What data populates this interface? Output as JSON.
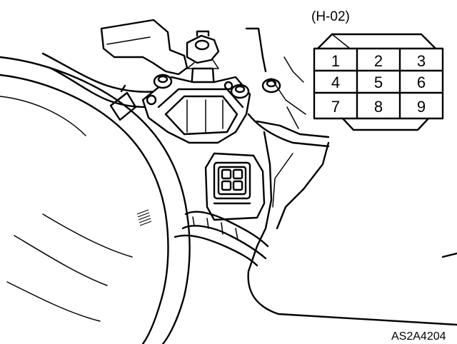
{
  "connector": {
    "title": "(H-02)",
    "pins": [
      "1",
      "2",
      "3",
      "4",
      "5",
      "6",
      "7",
      "8",
      "9"
    ]
  },
  "figure_code": "AS2A4204"
}
